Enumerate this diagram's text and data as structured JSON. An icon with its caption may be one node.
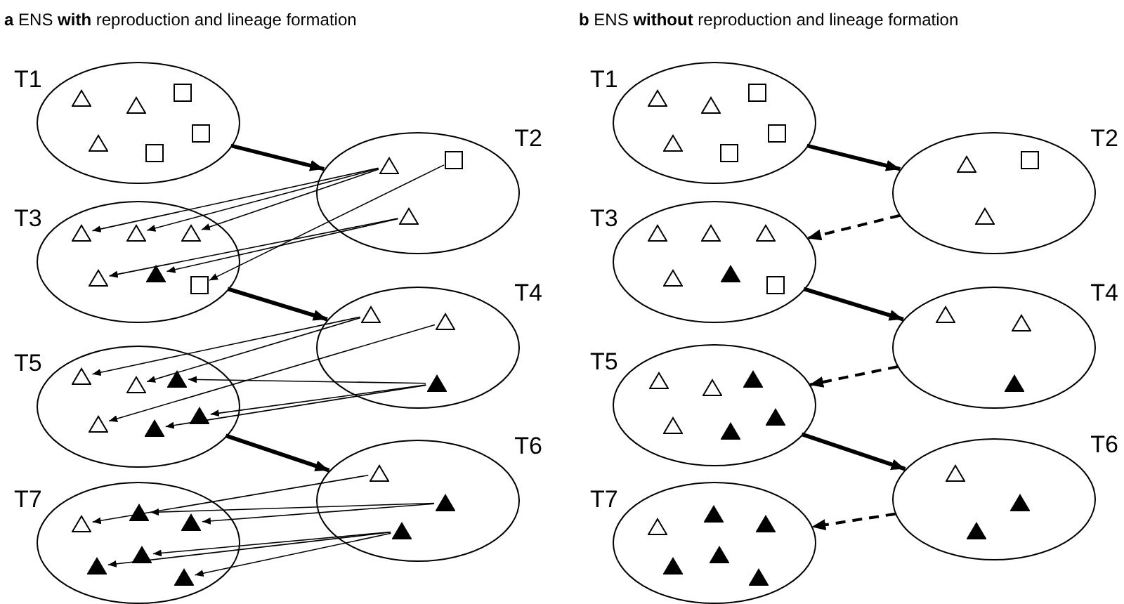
{
  "diagram": {
    "nodes": [
      {
        "text": [
          "T1"
        ]
      },
      {
        "text": [],
        "shape": "triangle",
        "in": 0
      },
      {
        "text": [],
        "shape": "triangle",
        "in": 0
      },
      {
        "text": [],
        "shape": "square",
        "in": 0
      },
      {
        "text": [],
        "shape": "triangle",
        "in": 0
      },
      {
        "text": [],
        "shape": "square",
        "in": 0
      },
      {
        "text": [],
        "shape": "square",
        "in": 0
      },
      {
        "text": [
          "T2"
        ]
      },
      {
        "text": [],
        "shape": "triangle",
        "in": 7
      },
      {
        "text": [],
        "shape": "square",
        "in": 7
      },
      {
        "text": [],
        "shape": "triangle",
        "in": 7
      },
      {
        "text": [
          "T3"
        ]
      },
      {
        "text": [],
        "shape": "triangle",
        "in": 11
      },
      {
        "text": [],
        "shape": "triangle",
        "in": 11
      },
      {
        "text": [],
        "shape": "triangle",
        "in": 11
      },
      {
        "text": [],
        "shape": "triangle",
        "in": 11
      },
      {
        "text": [],
        "shape": "filled-triangle",
        "in": 11
      },
      {
        "text": [],
        "shape": "square",
        "in": 11
      },
      {
        "text": [
          "T4"
        ]
      },
      {
        "text": [],
        "shape": "triangle",
        "in": 18
      },
      {
        "text": [],
        "shape": "triangle",
        "in": 18
      },
      {
        "text": [],
        "shape": "filled-triangle",
        "in": 18
      },
      {
        "text": [
          "T5"
        ]
      },
      {
        "text": [],
        "shape": "triangle",
        "in": 22
      },
      {
        "text": [],
        "shape": "triangle",
        "in": 22
      },
      {
        "text": [],
        "shape": "filled-triangle",
        "in": 22
      },
      {
        "text": [],
        "shape": "triangle",
        "in": 22
      },
      {
        "text": [],
        "shape": "filled-triangle",
        "in": 22
      },
      {
        "text": [],
        "shape": "filled-triangle",
        "in": 22
      },
      {
        "text": [
          "T6"
        ]
      },
      {
        "text": [],
        "shape": "triangle",
        "in": 29
      },
      {
        "text": [],
        "shape": "filled-triangle",
        "in": 29
      },
      {
        "text": [],
        "shape": "filled-triangle",
        "in": 29
      },
      {
        "text": [
          "T7"
        ]
      },
      {
        "text": [],
        "shape": "triangle",
        "in": 33
      },
      {
        "text": [],
        "shape": "filled-triangle",
        "in": 33
      },
      {
        "text": [],
        "shape": "filled-triangle",
        "in": 33
      },
      {
        "text": [],
        "shape": "filled-triangle",
        "in": 33
      },
      {
        "text": [],
        "shape": "filled-triangle",
        "in": 33
      },
      {
        "text": [],
        "shape": "filled-triangle",
        "in": 33
      },
      {
        "text": [
          "T1"
        ]
      },
      {
        "text": [],
        "shape": "triangle",
        "in": 40
      },
      {
        "text": [],
        "shape": "triangle",
        "in": 40
      },
      {
        "text": [],
        "shape": "square",
        "in": 40
      },
      {
        "text": [],
        "shape": "triangle",
        "in": 40
      },
      {
        "text": [],
        "shape": "square",
        "in": 40
      },
      {
        "text": [],
        "shape": "square",
        "in": 40
      },
      {
        "text": [
          "T2"
        ]
      },
      {
        "text": [],
        "shape": "triangle",
        "in": 47
      },
      {
        "text": [],
        "shape": "square",
        "in": 47
      },
      {
        "text": [],
        "shape": "triangle",
        "in": 47
      },
      {
        "text": [
          "T3"
        ]
      },
      {
        "text": [],
        "shape": "triangle",
        "in": 51
      },
      {
        "text": [],
        "shape": "triangle",
        "in": 51
      },
      {
        "text": [],
        "shape": "triangle",
        "in": 51
      },
      {
        "text": [],
        "shape": "triangle",
        "in": 51
      },
      {
        "text": [],
        "shape": "filled-triangle",
        "in": 51
      },
      {
        "text": [],
        "shape": "square",
        "in": 51
      },
      {
        "text": [
          "T4"
        ]
      },
      {
        "text": [],
        "shape": "triangle",
        "in": 58
      },
      {
        "text": [],
        "shape": "triangle",
        "in": 58
      },
      {
        "text": [],
        "shape": "filled-triangle",
        "in": 58
      },
      {
        "text": [
          "T5"
        ]
      },
      {
        "text": [],
        "shape": "triangle",
        "in": 62
      },
      {
        "text": [],
        "shape": "triangle",
        "in": 62
      },
      {
        "text": [],
        "shape": "filled-triangle",
        "in": 62
      },
      {
        "text": [],
        "shape": "triangle",
        "in": 62
      },
      {
        "text": [],
        "shape": "filled-triangle",
        "in": 62
      },
      {
        "text": [],
        "shape": "filled-triangle",
        "in": 62
      },
      {
        "text": [
          "T6"
        ]
      },
      {
        "text": [],
        "shape": "triangle",
        "in": 69
      },
      {
        "text": [],
        "shape": "filled-triangle",
        "in": 69
      },
      {
        "text": [],
        "shape": "filled-triangle",
        "in": 69
      },
      {
        "text": [
          "T7"
        ]
      },
      {
        "text": [],
        "shape": "triangle",
        "in": 73
      },
      {
        "text": [],
        "shape": "filled-triangle",
        "in": 73
      },
      {
        "text": [],
        "shape": "filled-triangle",
        "in": 73
      },
      {
        "text": [],
        "shape": "filled-triangle",
        "in": 73
      },
      {
        "text": [],
        "shape": "filled-triangle",
        "in": 73
      },
      {
        "text": [],
        "shape": "filled-triangle",
        "in": 73
      }
    ],
    "edges": [
      {
        "from": 0,
        "to": 7,
        "arrow": "to",
        "style": "thick"
      },
      {
        "from": 11,
        "to": 18,
        "arrow": "to",
        "style": "thick"
      },
      {
        "from": 22,
        "to": 29,
        "arrow": "to",
        "style": "thick"
      },
      {
        "from": 8,
        "to": 12,
        "arrow": "to"
      },
      {
        "from": 8,
        "to": 13,
        "arrow": "to"
      },
      {
        "from": 8,
        "to": 14,
        "arrow": "to"
      },
      {
        "from": 10,
        "to": 15,
        "arrow": "to"
      },
      {
        "from": 10,
        "to": 16,
        "arrow": "to"
      },
      {
        "from": 9,
        "to": 17,
        "arrow": "to"
      },
      {
        "from": 19,
        "to": 23,
        "arrow": "to"
      },
      {
        "from": 19,
        "to": 24,
        "arrow": "to"
      },
      {
        "from": 21,
        "to": 25,
        "arrow": "to"
      },
      {
        "from": 20,
        "to": 26,
        "arrow": "to"
      },
      {
        "from": 21,
        "to": 27,
        "arrow": "to"
      },
      {
        "from": 21,
        "to": 28,
        "arrow": "to"
      },
      {
        "from": 30,
        "to": 34,
        "arrow": "to"
      },
      {
        "from": 31,
        "to": 35,
        "arrow": "to"
      },
      {
        "from": 31,
        "to": 36,
        "arrow": "to"
      },
      {
        "from": 32,
        "to": 37,
        "arrow": "to"
      },
      {
        "from": 32,
        "to": 38,
        "arrow": "to"
      },
      {
        "from": 32,
        "to": 39,
        "arrow": "to"
      },
      {
        "from": 40,
        "to": 47,
        "arrow": "to",
        "style": "thick"
      },
      {
        "from": 47,
        "to": 51,
        "arrow": "to",
        "style": "dashed"
      },
      {
        "from": 51,
        "to": 58,
        "arrow": "to",
        "style": "thick"
      },
      {
        "from": 58,
        "to": 62,
        "arrow": "to",
        "style": "dashed"
      },
      {
        "from": 62,
        "to": 69,
        "arrow": "to",
        "style": "thick"
      },
      {
        "from": 69,
        "to": 73,
        "arrow": "to",
        "style": "dashed"
      }
    ],
    "labels": [
      "**a** ENS **with** reproduction and lineage formation",
      "**b** ENS **without** reproduction and lineage formation"
    ]
  }
}
